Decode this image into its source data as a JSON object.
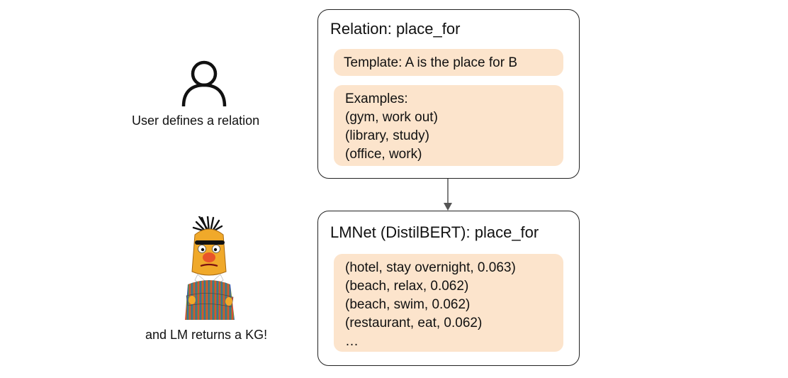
{
  "relation_box": {
    "title": "Relation: place_for",
    "template": "Template: A is the place for B",
    "examples_header": "Examples:",
    "examples": [
      "(gym, work out)",
      "(library, study)",
      "(office, work)"
    ]
  },
  "lmnet_box": {
    "title": "LMNet (DistilBERT): place_for",
    "results": [
      "(hotel, stay overnight, 0.063)",
      "(beach, relax, 0.062)",
      "(beach, swim, 0.062)",
      "(restaurant, eat, 0.062)",
      "…"
    ]
  },
  "user_caption": "User defines a relation",
  "lm_caption": "and LM returns a KG!",
  "icons": {
    "user": "user-icon",
    "character": "bert-character-image"
  },
  "colors": {
    "inner_fill": "#fce4cc",
    "border": "#222222",
    "arrow": "#555555"
  }
}
